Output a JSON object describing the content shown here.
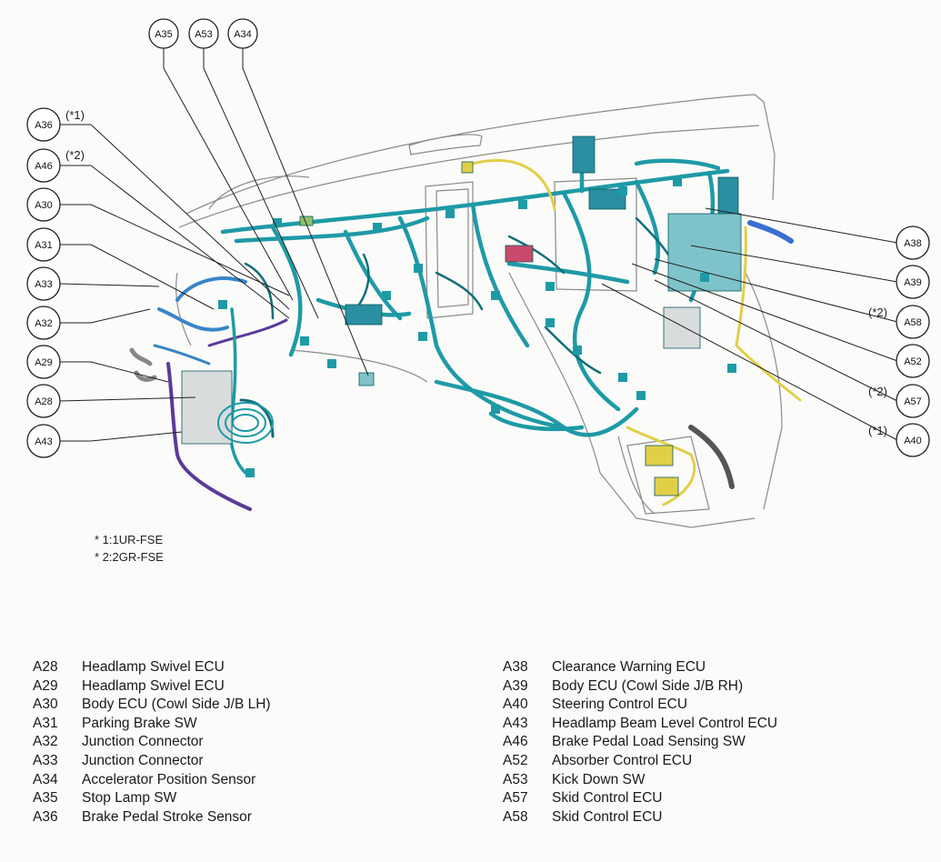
{
  "callouts": {
    "A35": "A35",
    "A53": "A53",
    "A34": "A34",
    "A36": "A36",
    "A46": "A46",
    "A30": "A30",
    "A31": "A31",
    "A33": "A33",
    "A32": "A32",
    "A29": "A29",
    "A28": "A28",
    "A43": "A43",
    "A38": "A38",
    "A39": "A39",
    "A58": "A58",
    "A52": "A52",
    "A57": "A57",
    "A40": "A40"
  },
  "markers": {
    "a36_note": "(*1)",
    "a46_note": "(*2)",
    "a58_note": "(*2)",
    "a57_note": "(*2)",
    "a40_note": "(*1)"
  },
  "footnotes": [
    "* 1:1UR-FSE",
    "* 2:2GR-FSE"
  ],
  "legend_left": [
    {
      "code": "A28",
      "name": "Headlamp Swivel ECU"
    },
    {
      "code": "A29",
      "name": "Headlamp Swivel ECU"
    },
    {
      "code": "A30",
      "name": "Body ECU (Cowl Side J/B LH)"
    },
    {
      "code": "A31",
      "name": "Parking Brake SW"
    },
    {
      "code": "A32",
      "name": "Junction Connector"
    },
    {
      "code": "A33",
      "name": "Junction Connector"
    },
    {
      "code": "A34",
      "name": "Accelerator Position Sensor"
    },
    {
      "code": "A35",
      "name": "Stop Lamp SW"
    },
    {
      "code": "A36",
      "name": "Brake Pedal Stroke Sensor"
    }
  ],
  "legend_right": [
    {
      "code": "A38",
      "name": "Clearance Warning ECU"
    },
    {
      "code": "A39",
      "name": "Body ECU (Cowl Side J/B RH)"
    },
    {
      "code": "A40",
      "name": "Steering Control ECU"
    },
    {
      "code": "A43",
      "name": "Headlamp Beam Level Control ECU"
    },
    {
      "code": "A46",
      "name": "Brake Pedal Load Sensing SW"
    },
    {
      "code": "A52",
      "name": "Absorber Control ECU"
    },
    {
      "code": "A53",
      "name": "Kick Down SW"
    },
    {
      "code": "A57",
      "name": "Skid Control ECU"
    },
    {
      "code": "A58",
      "name": "Skid Control ECU"
    }
  ],
  "colors": {
    "harness_main": "#1e9aa6",
    "harness_dark": "#0f6f78",
    "harness_blue": "#3a86c8",
    "harness_purple": "#5a3a9a",
    "harness_yellow": "#e2cf48",
    "connector": "#2a8fa0",
    "outline": "#8a8a8a"
  }
}
